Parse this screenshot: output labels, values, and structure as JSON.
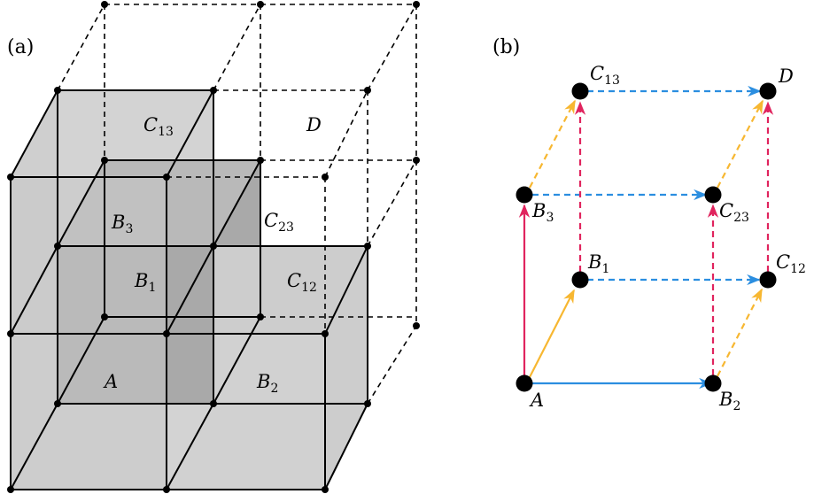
{
  "panel_a": {
    "label": "(a)",
    "region_labels": {
      "A": {
        "main": "A",
        "sub": ""
      },
      "B1": {
        "main": "B",
        "sub": "1"
      },
      "B2": {
        "main": "B",
        "sub": "2"
      },
      "B3": {
        "main": "B",
        "sub": "3"
      },
      "C12": {
        "main": "C",
        "sub": "12"
      },
      "C13": {
        "main": "C",
        "sub": "13"
      },
      "C23": {
        "main": "C",
        "sub": "23"
      },
      "D": {
        "main": "D",
        "sub": ""
      }
    }
  },
  "panel_b": {
    "label": "(b)",
    "nodes": {
      "A": {
        "main": "A",
        "sub": ""
      },
      "B1": {
        "main": "B",
        "sub": "1"
      },
      "B2": {
        "main": "B",
        "sub": "2"
      },
      "B3": {
        "main": "B",
        "sub": "3"
      },
      "C12": {
        "main": "C",
        "sub": "12"
      },
      "C13": {
        "main": "C",
        "sub": "13"
      },
      "C23": {
        "main": "C",
        "sub": "23"
      },
      "D": {
        "main": "D",
        "sub": ""
      }
    },
    "edge_colors": {
      "blue": "#2b8ee0",
      "yellow": "#f7b731",
      "red": "#e0245e"
    }
  },
  "colors": {
    "face_light": "#d3d3d3",
    "face_dark": "#a9a9a9",
    "line": "#000000"
  }
}
